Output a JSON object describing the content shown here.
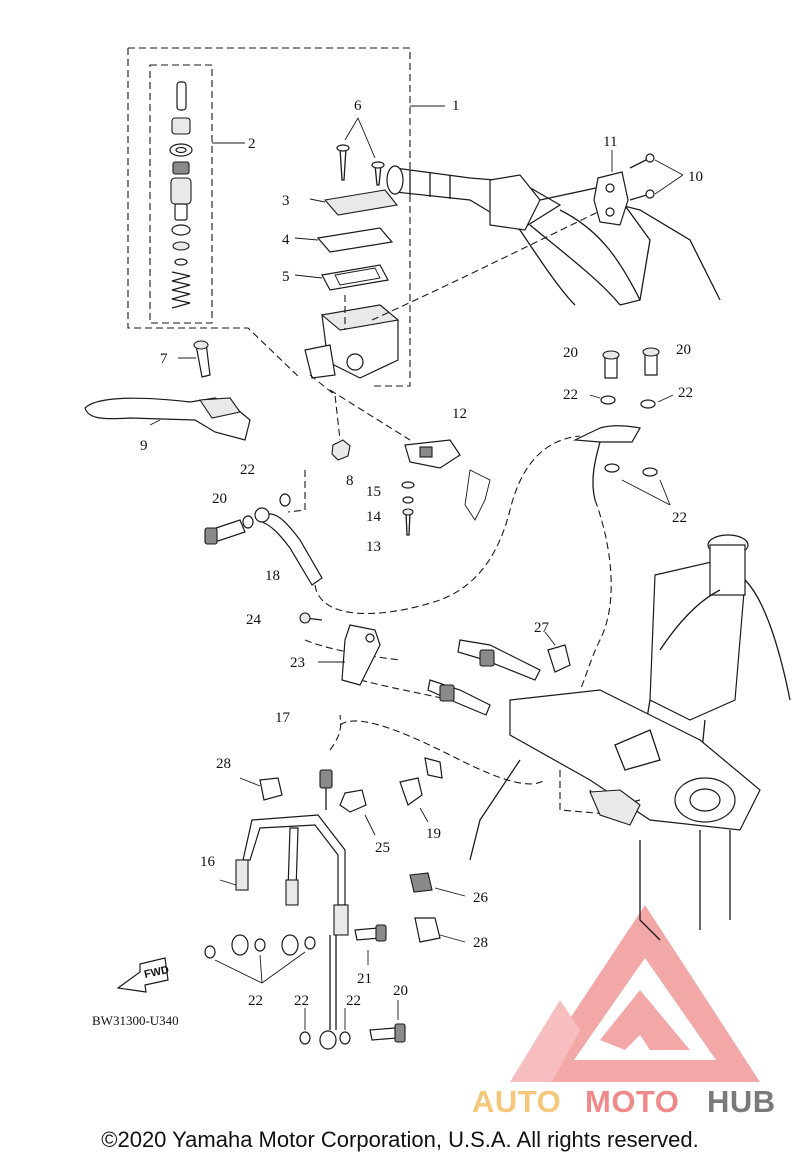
{
  "diagram": {
    "code": "BW31300-U340",
    "fwd_label": "FWD",
    "callouts": [
      {
        "id": "c1",
        "text": "1"
      },
      {
        "id": "c2",
        "text": "2"
      },
      {
        "id": "c3",
        "text": "3"
      },
      {
        "id": "c4",
        "text": "4"
      },
      {
        "id": "c5",
        "text": "5"
      },
      {
        "id": "c6",
        "text": "6"
      },
      {
        "id": "c7",
        "text": "7"
      },
      {
        "id": "c8",
        "text": "8"
      },
      {
        "id": "c9",
        "text": "9"
      },
      {
        "id": "c10",
        "text": "10"
      },
      {
        "id": "c11",
        "text": "11"
      },
      {
        "id": "c12",
        "text": "12"
      },
      {
        "id": "c13",
        "text": "13"
      },
      {
        "id": "c14",
        "text": "14"
      },
      {
        "id": "c15",
        "text": "15"
      },
      {
        "id": "c16",
        "text": "16"
      },
      {
        "id": "c17",
        "text": "17"
      },
      {
        "id": "c18",
        "text": "18"
      },
      {
        "id": "c19",
        "text": "19"
      },
      {
        "id": "c20a",
        "text": "20"
      },
      {
        "id": "c20b",
        "text": "20"
      },
      {
        "id": "c20c",
        "text": "20"
      },
      {
        "id": "c20d",
        "text": "20"
      },
      {
        "id": "c21",
        "text": "21"
      },
      {
        "id": "c22a",
        "text": "22"
      },
      {
        "id": "c22b",
        "text": "22"
      },
      {
        "id": "c22c",
        "text": "22"
      },
      {
        "id": "c22d",
        "text": "22"
      },
      {
        "id": "c22e",
        "text": "22"
      },
      {
        "id": "c22f",
        "text": "22"
      },
      {
        "id": "c22g",
        "text": "22"
      },
      {
        "id": "c23",
        "text": "23"
      },
      {
        "id": "c24",
        "text": "24"
      },
      {
        "id": "c25",
        "text": "25"
      },
      {
        "id": "c26",
        "text": "26"
      },
      {
        "id": "c27",
        "text": "27"
      },
      {
        "id": "c28a",
        "text": "28"
      },
      {
        "id": "c28b",
        "text": "28"
      }
    ]
  },
  "watermark": {
    "text_a": "AUTO",
    "text_b": "MOTO",
    "text_c": "HUB",
    "colors": {
      "auto": "#f4c77a",
      "moto": "#f08a8a",
      "hub": "#7a7a7a",
      "triangle": "#f19a9a"
    }
  },
  "copyright": "©2020 Yamaha Motor Corporation, U.S.A. All rights reserved."
}
